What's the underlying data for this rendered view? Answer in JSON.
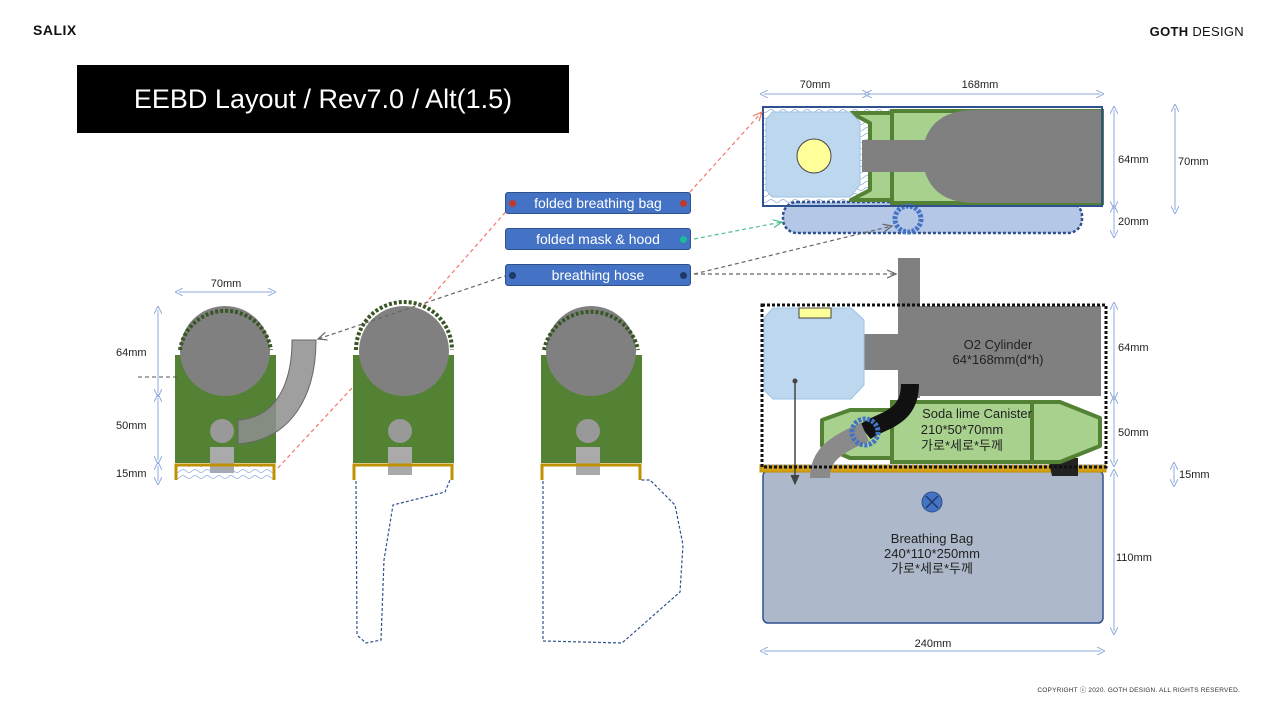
{
  "header": {
    "brand_left": "SALIX",
    "brand_right_bold": "GOTH",
    "brand_right_rest": " DESIGN"
  },
  "title": "EEBD Layout / Rev7.0 / Alt(1.5)",
  "labels": {
    "breathing_bag": "folded breathing bag",
    "mask_hood": "folded mask & hood",
    "breathing_hose": "breathing hose"
  },
  "side_view_dims": {
    "width": "70mm",
    "h1": "64mm",
    "h2": "50mm",
    "h3": "15mm"
  },
  "top_view_dims": {
    "w1": "70mm",
    "w2": "168mm",
    "h1": "64mm",
    "h2": "20mm",
    "h_total": "70mm"
  },
  "main_view_dims": {
    "h1": "64mm",
    "h2": "50mm",
    "h3": "15mm",
    "h4": "110mm",
    "w": "240mm"
  },
  "components": {
    "o2_name": "O2 Cylinder",
    "o2_size": "64*168mm(d*h)",
    "canister_name": "Soda lime Canister",
    "canister_size": "210*50*70mm",
    "canister_axes": "가로*세로*두께",
    "bag_name": "Breathing Bag",
    "bag_size": "240*110*250mm",
    "bag_axes": "가로*세로*두께"
  },
  "colors": {
    "green_dark": "#548235",
    "green_light": "#a9d18e",
    "green_border": "#375623",
    "gray": "#7f7f7f",
    "blue_pill": "#4472c4",
    "light_blue": "#bdd7ee",
    "bag_blue": "#adb9ca",
    "gold": "#bf9000",
    "dim_blue": "#8faadc"
  },
  "copyright": "COPYRIGHT ⓒ 2020. GOTH DESIGN. ALL RIGHTS RESERVED."
}
